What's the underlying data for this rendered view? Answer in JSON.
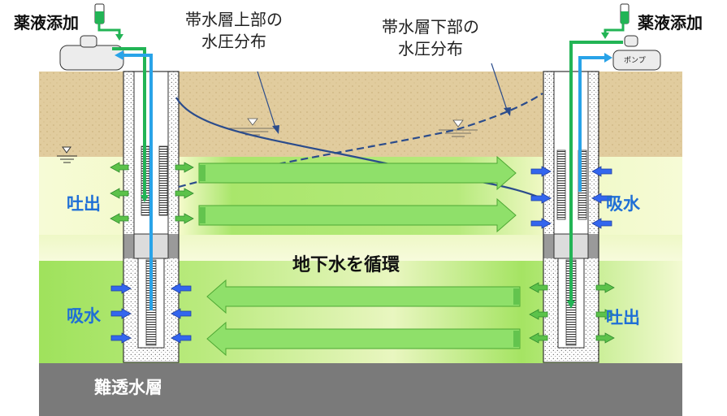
{
  "labels": {
    "left_inject": "薬液添加",
    "right_inject": "薬液添加",
    "upper_pressure": "帯水層上部の\n水圧分布",
    "lower_pressure": "帯水層下部の\n水圧分布",
    "left_discharge": "吐出",
    "left_intake": "吸水",
    "right_intake": "吸水",
    "right_discharge": "吐出",
    "circulation": "地下水を循環",
    "impermeable": "難透水層",
    "pump": "ポンプ"
  },
  "colors": {
    "soil": "#e3cfa2",
    "aquifer_light": "#f5fbd2",
    "aquifer_green": "#9fe25c",
    "aquitard": "#7a7a7a",
    "flow_arrow": "#8fe06a",
    "outflow_arrow": "#5cc24a",
    "inflow_arrow": "#3366ee",
    "pipe_blue": "#29a3e8",
    "pipe_green": "#22b455",
    "pressure_line": "#2b4c8c",
    "label_blue": "#1f6fd6"
  }
}
